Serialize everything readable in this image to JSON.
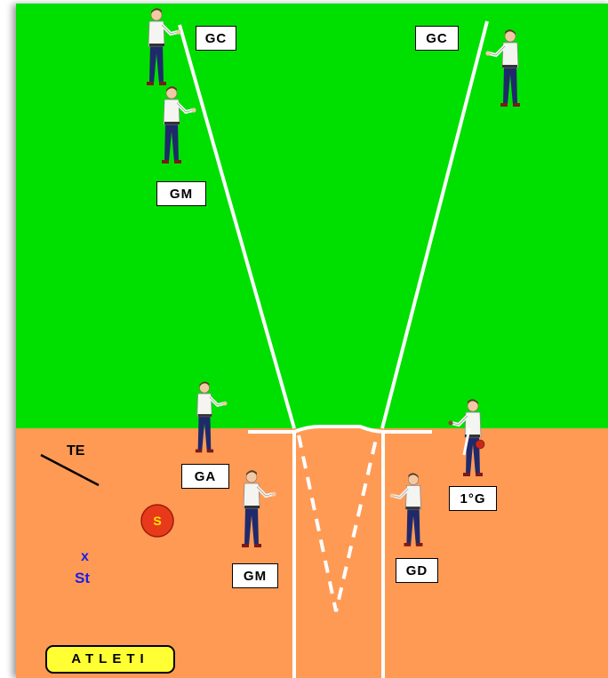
{
  "colors": {
    "outfield": "#00e000",
    "infield": "#ff9a55",
    "lines": "#ffffff",
    "ball_fill": "#e83a1a",
    "ball_text": "#ffe600",
    "runner_text": "#1a20e8",
    "logo_bg": "#ffff33"
  },
  "labels": {
    "gc_left": "GC",
    "gc_right": "GC",
    "gm_upper": "GM",
    "ga": "GA",
    "gm_lower": "GM",
    "gd": "GD",
    "first_g": "1°G"
  },
  "annotations": {
    "te": "TE",
    "ball": "S",
    "runner_mark": "x",
    "runner_label": "St"
  },
  "logo": {
    "text": "ATLETI"
  },
  "players": [
    {
      "role": "gc-left"
    },
    {
      "role": "gm-upper"
    },
    {
      "role": "gc-right"
    },
    {
      "role": "ga"
    },
    {
      "role": "gm-lower"
    },
    {
      "role": "gd"
    },
    {
      "role": "first-g"
    }
  ]
}
